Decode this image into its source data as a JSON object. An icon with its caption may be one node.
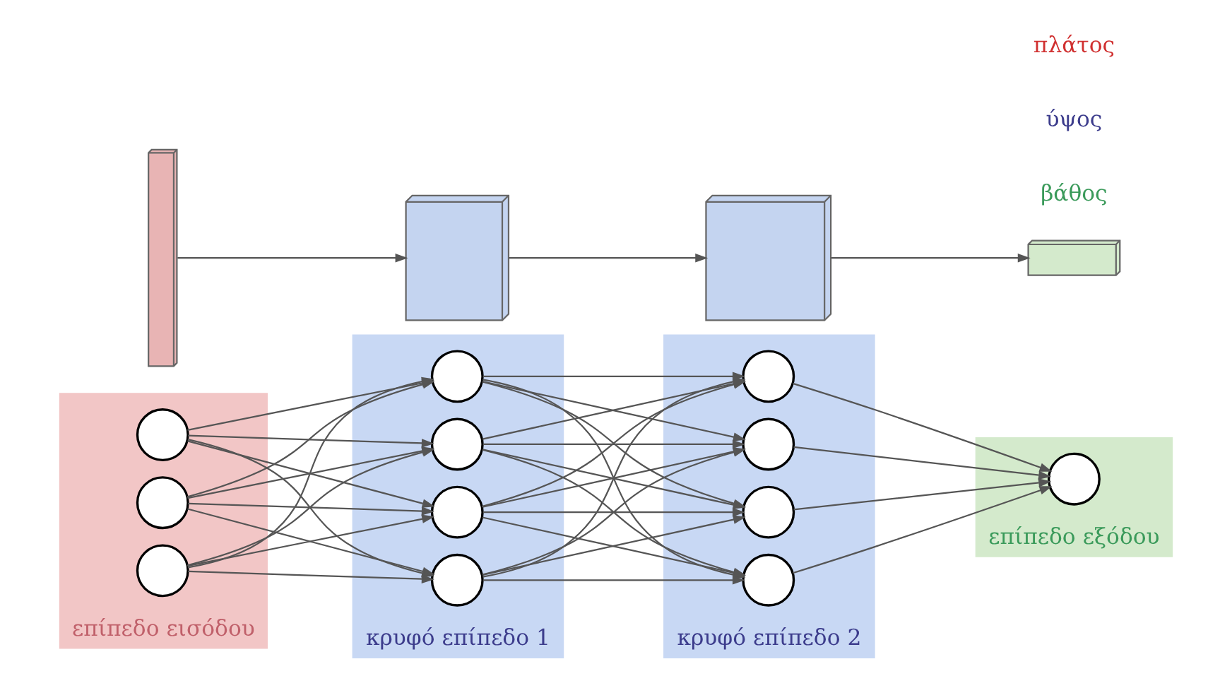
{
  "diagram": {
    "nodes": [
      {
        "text": [
          "επίπεδο εισόδου"
        ]
      },
      {
        "text": [],
        "shape": "circle",
        "in": 0
      },
      {
        "text": [],
        "shape": "circle",
        "in": 0
      },
      {
        "text": [],
        "shape": "circle",
        "in": 0
      },
      {
        "text": [
          "κρυφό επίπεδο 1"
        ]
      },
      {
        "text": [],
        "shape": "circle",
        "in": 4
      },
      {
        "text": [],
        "shape": "circle",
        "in": 4
      },
      {
        "text": [],
        "shape": "circle",
        "in": 4
      },
      {
        "text": [],
        "shape": "circle",
        "in": 4
      },
      {
        "text": [
          "κρυφό επίπεδο 2"
        ]
      },
      {
        "text": [],
        "shape": "circle",
        "in": 9
      },
      {
        "text": [],
        "shape": "circle",
        "in": 9
      },
      {
        "text": [],
        "shape": "circle",
        "in": 9
      },
      {
        "text": [],
        "shape": "circle",
        "in": 9
      },
      {
        "text": [
          "επίπεδο εξόδου"
        ]
      },
      {
        "text": [],
        "shape": "circle",
        "in": 14
      },
      {
        "text": [],
        "shape": "box"
      },
      {
        "text": [],
        "shape": "box"
      },
      {
        "text": [],
        "shape": "box"
      },
      {
        "text": [],
        "shape": "box"
      }
    ],
    "edges": [
      {
        "from": 1,
        "to": 5,
        "arrow": "to"
      },
      {
        "from": 1,
        "to": 6,
        "arrow": "to"
      },
      {
        "from": 1,
        "to": 7,
        "arrow": "to"
      },
      {
        "from": 1,
        "to": 8,
        "arrow": "to"
      },
      {
        "from": 2,
        "to": 5,
        "arrow": "to"
      },
      {
        "from": 2,
        "to": 6,
        "arrow": "to"
      },
      {
        "from": 2,
        "to": 7,
        "arrow": "to"
      },
      {
        "from": 2,
        "to": 8,
        "arrow": "to"
      },
      {
        "from": 3,
        "to": 5,
        "arrow": "to"
      },
      {
        "from": 3,
        "to": 6,
        "arrow": "to"
      },
      {
        "from": 3,
        "to": 7,
        "arrow": "to"
      },
      {
        "from": 3,
        "to": 8,
        "arrow": "to"
      },
      {
        "from": 5,
        "to": 10,
        "arrow": "to"
      },
      {
        "from": 5,
        "to": 11,
        "arrow": "to"
      },
      {
        "from": 5,
        "to": 12,
        "arrow": "to"
      },
      {
        "from": 5,
        "to": 13,
        "arrow": "to"
      },
      {
        "from": 6,
        "to": 10,
        "arrow": "to"
      },
      {
        "from": 6,
        "to": 11,
        "arrow": "to"
      },
      {
        "from": 6,
        "to": 12,
        "arrow": "to"
      },
      {
        "from": 6,
        "to": 13,
        "arrow": "to"
      },
      {
        "from": 7,
        "to": 10,
        "arrow": "to"
      },
      {
        "from": 7,
        "to": 11,
        "arrow": "to"
      },
      {
        "from": 7,
        "to": 12,
        "arrow": "to"
      },
      {
        "from": 7,
        "to": 13,
        "arrow": "to"
      },
      {
        "from": 8,
        "to": 10,
        "arrow": "to"
      },
      {
        "from": 8,
        "to": 11,
        "arrow": "to"
      },
      {
        "from": 8,
        "to": 12,
        "arrow": "to"
      },
      {
        "from": 8,
        "to": 13,
        "arrow": "to"
      },
      {
        "from": 10,
        "to": 15,
        "arrow": "to"
      },
      {
        "from": 11,
        "to": 15,
        "arrow": "to"
      },
      {
        "from": 12,
        "to": 15,
        "arrow": "to"
      },
      {
        "from": 13,
        "to": 15,
        "arrow": "to"
      },
      {
        "from": 16,
        "to": 17,
        "arrow": "to"
      },
      {
        "from": 17,
        "to": 18,
        "arrow": "to"
      },
      {
        "from": 18,
        "to": 19,
        "arrow": "to"
      }
    ],
    "labels": [
      "βάθος",
      "ύψος",
      "πλάτος"
    ]
  }
}
